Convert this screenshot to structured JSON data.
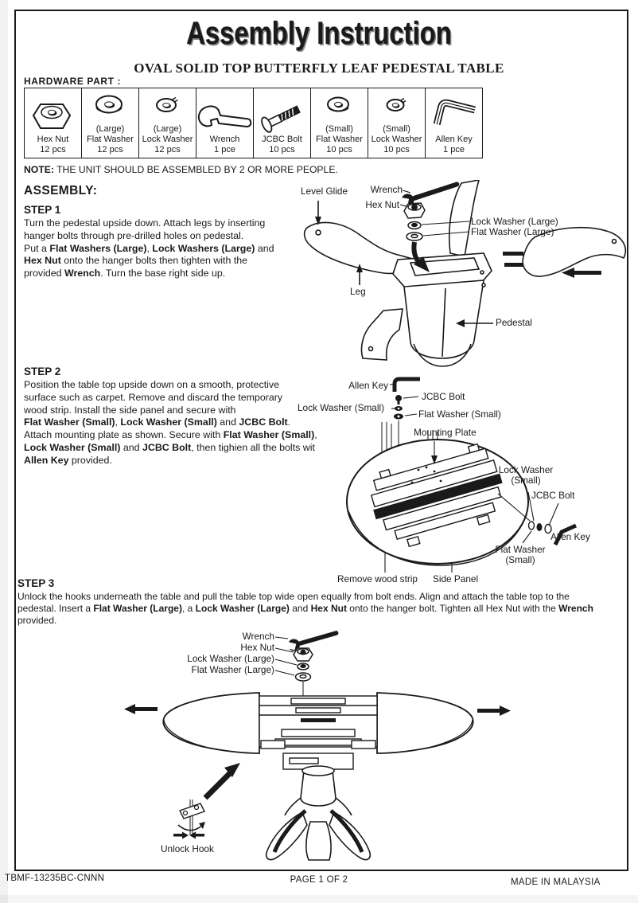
{
  "colors": {
    "ink": "#1a1a1a",
    "paper": "#ffffff"
  },
  "header": {
    "title": "Assembly Instruction",
    "subtitle": "OVAL SOLID TOP BUTTERFLY LEAF PEDESTAL TABLE"
  },
  "hardware": {
    "heading": "HARDWARE PART :",
    "items": [
      {
        "size": "",
        "name": "Hex Nut",
        "qty": "12 pcs",
        "icon": "hex-nut-icon"
      },
      {
        "size": "(Large)",
        "name": "Flat Washer",
        "qty": "12 pcs",
        "icon": "flat-washer-large-icon"
      },
      {
        "size": "(Large)",
        "name": "Lock Washer",
        "qty": "12 pcs",
        "icon": "lock-washer-large-icon"
      },
      {
        "size": "",
        "name": "Wrench",
        "qty": "1 pce",
        "icon": "wrench-icon"
      },
      {
        "size": "",
        "name": "JCBC Bolt",
        "qty": "10 pcs",
        "icon": "jcbc-bolt-icon"
      },
      {
        "size": "(Small)",
        "name": "Flat Washer",
        "qty": "10 pcs",
        "icon": "flat-washer-small-icon"
      },
      {
        "size": "(Small)",
        "name": "Lock Washer",
        "qty": "10 pcs",
        "icon": "lock-washer-small-icon"
      },
      {
        "size": "",
        "name": "Allen Key",
        "qty": "1 pce",
        "icon": "allen-key-icon"
      }
    ]
  },
  "note": {
    "label": "NOTE:",
    "text": " THE UNIT SHOULD BE ASSEMBLED BY 2 OR MORE PEOPLE."
  },
  "assembly_heading": "ASSEMBLY:",
  "steps": {
    "step1": {
      "heading": "STEP 1",
      "body": [
        {
          "t": "Turn the pedestal upside down. Attach legs by inserting\nhanger bolts through pre-drilled holes on pedestal.\nPut a "
        },
        {
          "t": "Flat Washers (Large)",
          "b": true
        },
        {
          "t": ", "
        },
        {
          "t": "Lock Washers (Large)",
          "b": true
        },
        {
          "t": " and\n"
        },
        {
          "t": "Hex Nut",
          "b": true
        },
        {
          "t": " onto the hanger bolts then tighten with the\nprovided "
        },
        {
          "t": "Wrench",
          "b": true
        },
        {
          "t": ". Turn the base right side up."
        }
      ],
      "labels": {
        "level_glide": "Level Glide",
        "wrench": "Wrench",
        "hex_nut": "Hex Nut",
        "lock_washer_large": "Lock Washer (Large)",
        "flat_washer_large": "Flat Washer (Large)",
        "leg": "Leg",
        "pedestal": "Pedestal"
      }
    },
    "step2": {
      "heading": "STEP 2",
      "body": [
        {
          "t": "Position the table top upside down on a smooth, protective\nsurface such as carpet. Remove and discard the temporary\nwood strip. Install the side panel and secure with\n"
        },
        {
          "t": "Flat Washer (Small)",
          "b": true
        },
        {
          "t": ", "
        },
        {
          "t": "Lock Washer (Small)",
          "b": true
        },
        {
          "t": " and "
        },
        {
          "t": "JCBC Bolt",
          "b": true
        },
        {
          "t": ".\nAttach mounting plate as shown. Secure with "
        },
        {
          "t": "Flat Washer (Small)",
          "b": true
        },
        {
          "t": ",\n"
        },
        {
          "t": "Lock Washer (Small)",
          "b": true
        },
        {
          "t": " and "
        },
        {
          "t": "JCBC Bolt",
          "b": true
        },
        {
          "t": ", then tighien all the bolts wit\n"
        },
        {
          "t": "Allen Key",
          "b": true
        },
        {
          "t": " provided."
        }
      ],
      "labels": {
        "allen_key": "Allen Key",
        "jcbc_bolt": "JCBC Bolt",
        "lock_washer_small": "Lock Washer (Small)",
        "flat_washer_small": "Flat Washer (Small)",
        "mounting_plate": "Mounting Plate",
        "lock_washer_small_right": "Lock Washer\n(Small)",
        "jcbc_bolt_right": "JCBC Bolt",
        "allen_key_right": "Allen Key",
        "flat_washer_small_right": "Flat Washer\n(Small)",
        "remove_wood_strip": "Remove wood strip",
        "side_panel": "Side Panel"
      }
    },
    "step3": {
      "heading": "STEP 3",
      "body": [
        {
          "t": "Unlock the hooks underneath the table and pull the table top wide open equally from bolt ends. Align and attach the table top to the\npedestal. Insert a "
        },
        {
          "t": "Flat Washer (Large)",
          "b": true
        },
        {
          "t": ", a "
        },
        {
          "t": "Lock Washer (Large)",
          "b": true
        },
        {
          "t": " and "
        },
        {
          "t": "Hex Nut",
          "b": true
        },
        {
          "t": " onto the hanger bolt. Tighten all Hex Nut with the "
        },
        {
          "t": "Wrench",
          "b": true
        },
        {
          "t": "\nprovided."
        }
      ],
      "labels": {
        "wrench": "Wrench",
        "hex_nut": "Hex Nut",
        "lock_washer_large": "Lock Washer (Large)",
        "flat_washer_large": "Flat Washer (Large)",
        "unlock_hook": "Unlock Hook"
      }
    }
  },
  "footer": {
    "model": "TBMF-13235BC-CNNN",
    "page": "PAGE 1 OF 2",
    "origin": "MADE IN MALAYSIA"
  }
}
